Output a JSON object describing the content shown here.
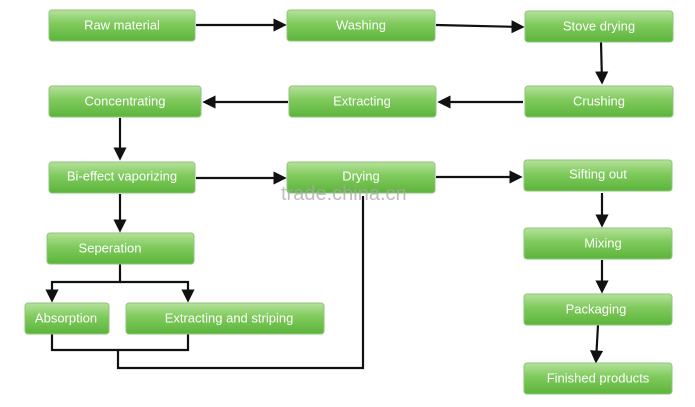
{
  "nodes": {
    "raw_material": "Raw material",
    "washing": "Washing",
    "stove_drying": "Stove drying",
    "concentrating": "Concentrating",
    "extracting": "Extracting",
    "crushing": "Crushing",
    "bi_effect_vaporizing": "Bi-effect vaporizing",
    "drying": "Drying",
    "sifting_out": "Sifting out",
    "seperation": "Seperation",
    "mixing": "Mixing",
    "absorption": "Absorption",
    "extracting_and_striping": "Extracting and striping",
    "packaging": "Packaging",
    "finished_products": "Finished products"
  },
  "watermark": "trade.china.cn",
  "colors": {
    "box_top": "#b5e19b",
    "box_bottom": "#5cb43c",
    "box_border": "#8dc67a",
    "arrow": "#111111",
    "watermark": "#a9a9a9"
  }
}
